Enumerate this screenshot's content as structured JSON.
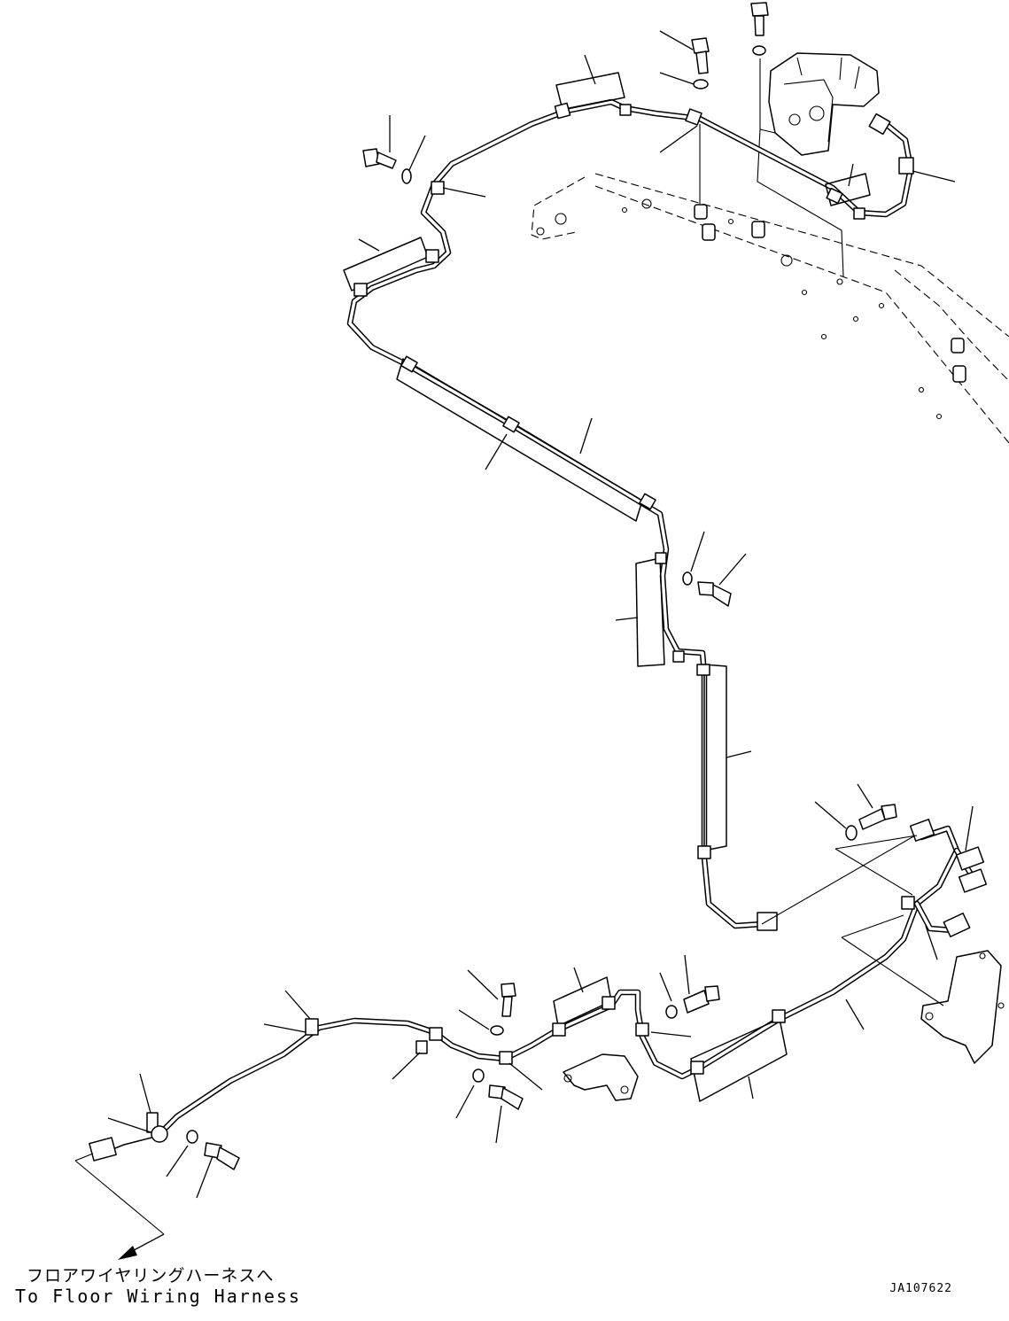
{
  "callout": {
    "label_ja": "フロアワイヤリングハーネスへ",
    "label_en": "To Floor Wiring Harness"
  },
  "drawing_id": "JA107622"
}
